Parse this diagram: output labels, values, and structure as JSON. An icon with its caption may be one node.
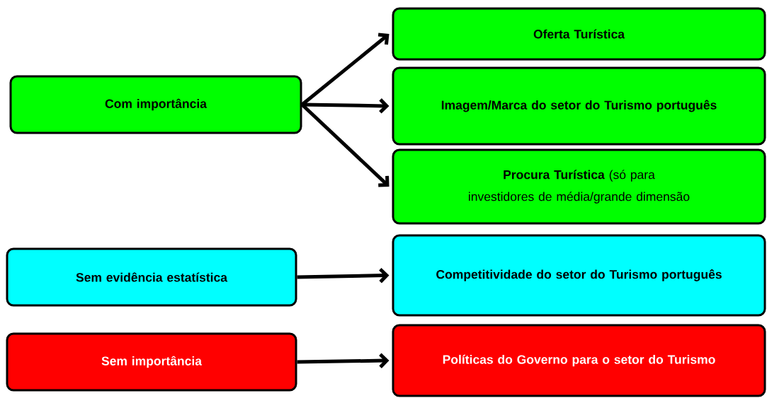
{
  "diagram": {
    "nodes": [
      {
        "text": [
          "Com importância"
        ]
      },
      {
        "text": [
          "Oferta Turística"
        ]
      },
      {
        "text": [
          "Imagem/Marca do setor do Turismo português"
        ]
      },
      {
        "text": [
          "**Procura Turística** (só para investidores de média/grande dimensão"
        ]
      },
      {
        "text": [
          "Sem evidência estatística"
        ]
      },
      {
        "text": [
          "Competitividade do setor do Turismo português"
        ]
      },
      {
        "text": [
          "Sem importância"
        ]
      },
      {
        "text": [
          "Políticas do Governo para o setor do Turismo"
        ]
      }
    ],
    "edges": [
      {
        "from": 0,
        "to": 1,
        "arrow": "to"
      },
      {
        "from": 0,
        "to": 2,
        "arrow": "to"
      },
      {
        "from": 0,
        "to": 3,
        "arrow": "to"
      },
      {
        "from": 4,
        "to": 5,
        "arrow": "to"
      },
      {
        "from": 6,
        "to": 7,
        "arrow": "to"
      }
    ]
  }
}
